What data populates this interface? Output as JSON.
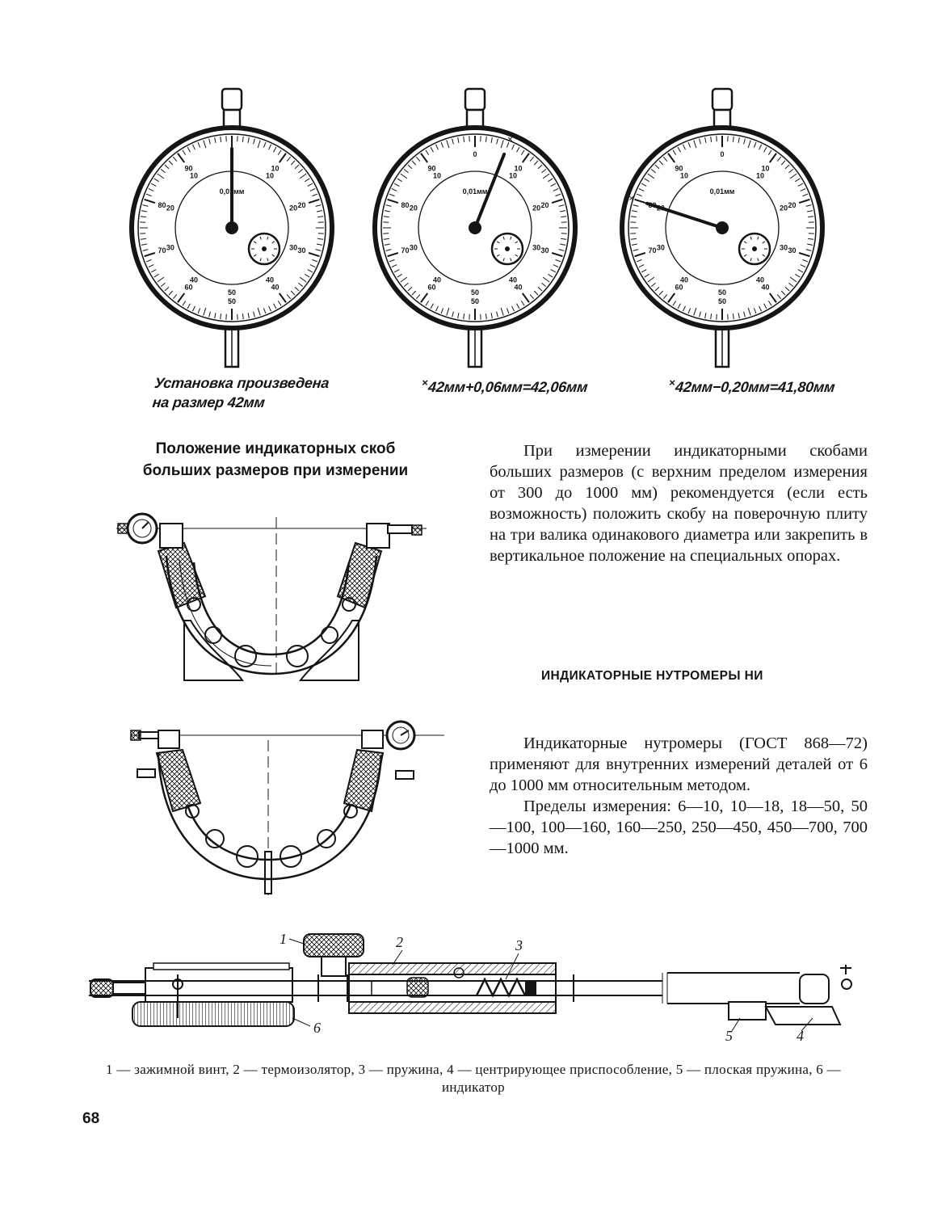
{
  "page": {
    "page_number": "68"
  },
  "dials": [
    {
      "caption_lines": [
        "Установка произведена",
        "на размер 42мм"
      ],
      "cross_mark": "",
      "deviation_mm": 0.0
    },
    {
      "caption_lines": [
        "42мм+0,06мм=42,06мм"
      ],
      "cross_mark": "×",
      "deviation_mm": 0.06
    },
    {
      "caption_lines": [
        "42мм−0,20мм=41,80мм"
      ],
      "cross_mark": "×",
      "deviation_mm": -0.2
    }
  ],
  "dial_face": {
    "scale_unit": "0,01мм",
    "outer_numbers": [
      "0",
      "10",
      "20",
      "30",
      "40",
      "50",
      "60",
      "70",
      "80",
      "90"
    ],
    "inner_numbers": [
      "10",
      "20",
      "30",
      "40",
      "50",
      "40",
      "30",
      "20",
      "10"
    ]
  },
  "left_column": {
    "section_title_line1": "Положение индикаторных скоб",
    "section_title_line2": "больших размеров при измерении"
  },
  "right_column": {
    "paragraph_1": "При измерении индикаторными скобами больших размеров (с верхним пределом измерения от 300 до 1000 мм) рекомендуется (если есть возможность) положить скобу на поверочную плиту на три валика одинакового диаметра или закрепить в вертикальное положение на специальных опорах.",
    "heading": "ИНДИКАТОРНЫЕ НУТРОМЕРЫ НИ",
    "paragraph_2": "Индикаторные нутромеры (ГОСТ 868—72) применяют для внутренних измерений деталей от 6 до 1000 мм относительным методом.",
    "paragraph_3": "Пределы измерения: 6—10, 10—18, 18—50, 50—100, 100—160, 160—250, 250—450, 450—700, 700—1000 мм."
  },
  "bore_gauge": {
    "part_labels": [
      "1",
      "2",
      "3",
      "4",
      "5",
      "6"
    ]
  },
  "legend": {
    "text": "1 — зажимной винт, 2 — термоизолятор, 3 — пружина, 4 — центрирующее приспособление, 5 — плоская пружина, 6 — индикатор"
  },
  "colors": {
    "ink": "#151515",
    "paper": "#ffffff"
  }
}
